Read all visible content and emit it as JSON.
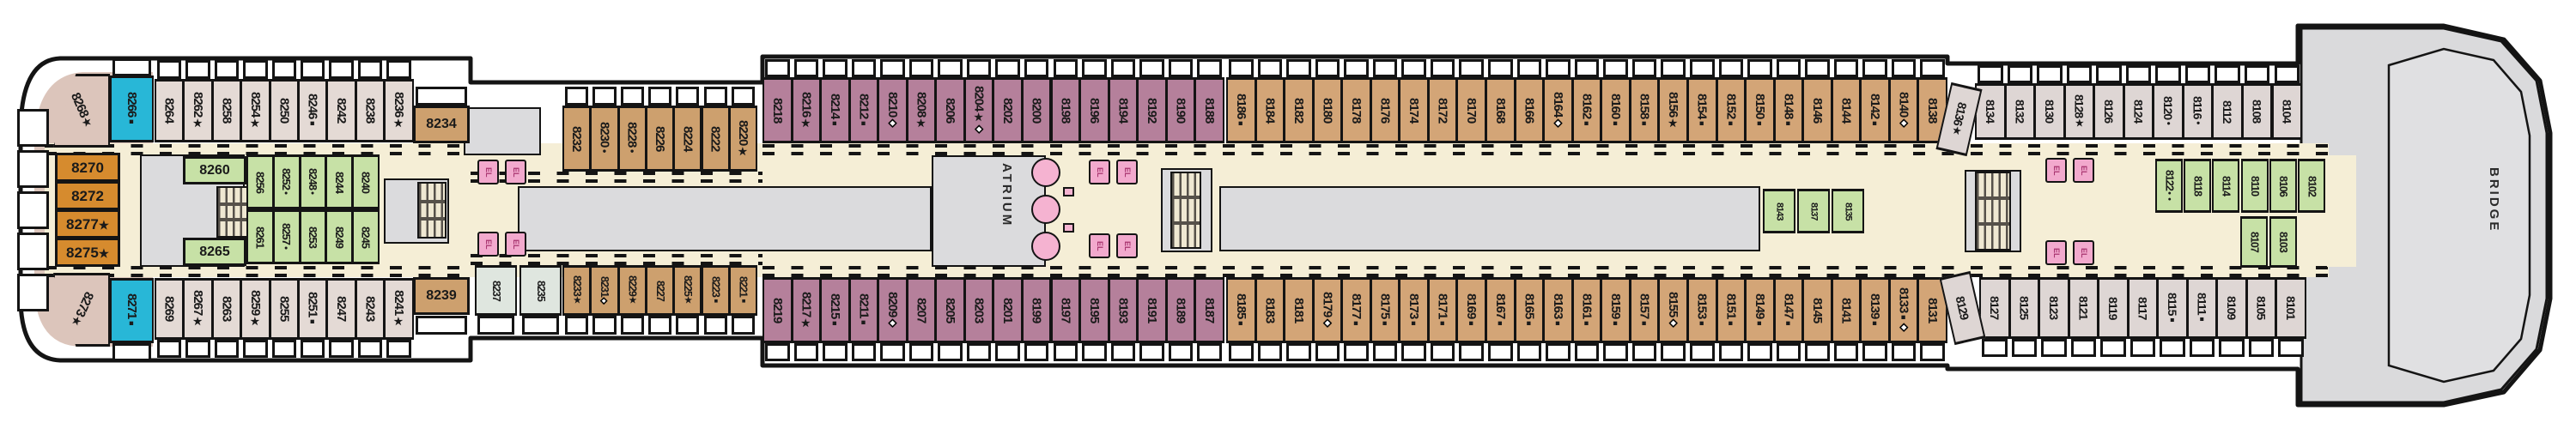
{
  "labels": {
    "atrium": "ATRIUM",
    "bridge": "BRIDGE",
    "elevator": "EL"
  },
  "symbols": {
    "star": "★",
    "square": "■",
    "dot": "●",
    "diamond": "◆"
  },
  "colors": {
    "mauve": "#b5809b",
    "tan": "#d3a577",
    "tanDark": "#cda06e",
    "green": "#c7e1a6",
    "orange": "#d68b2e",
    "cyan": "#28b7d7",
    "lightAft": "#e4dad5",
    "lightFwd": "#ded6d4",
    "pale": "#dfe6df",
    "sternPink": "#dcc5bb",
    "cream": "#f5eed6",
    "gray": "#dbdbdd",
    "elevatorPink": "#f2a9cd",
    "hullLine": "#141414"
  },
  "rows": {
    "stern_top_angled": [
      {
        "n": "8268",
        "s": [
          "star"
        ]
      }
    ],
    "stern_top_cyan": [
      {
        "n": "8266",
        "s": [
          "square"
        ]
      }
    ],
    "stern_bot_angled": [
      {
        "n": "8273",
        "s": [
          "star"
        ]
      }
    ],
    "stern_bot_cyan": [
      {
        "n": "8271",
        "s": [
          "square"
        ]
      }
    ],
    "suites": [
      {
        "n": "8270"
      },
      {
        "n": "8272"
      },
      {
        "n": "8277",
        "s": [
          "star"
        ]
      },
      {
        "n": "8275",
        "s": [
          "star"
        ]
      }
    ],
    "aft_top": [
      {
        "n": "8264"
      },
      {
        "n": "8262",
        "s": [
          "star"
        ]
      },
      {
        "n": "8258"
      },
      {
        "n": "8254",
        "s": [
          "star"
        ]
      },
      {
        "n": "8250"
      },
      {
        "n": "8246",
        "s": [
          "square"
        ]
      },
      {
        "n": "8242"
      },
      {
        "n": "8238"
      },
      {
        "n": "8236",
        "s": [
          "star"
        ]
      }
    ],
    "aft_bot": [
      {
        "n": "8269"
      },
      {
        "n": "8267",
        "s": [
          "star"
        ]
      },
      {
        "n": "8263"
      },
      {
        "n": "8259",
        "s": [
          "star"
        ]
      },
      {
        "n": "8255"
      },
      {
        "n": "8251",
        "s": [
          "square"
        ]
      },
      {
        "n": "8247"
      },
      {
        "n": "8243"
      },
      {
        "n": "8241",
        "s": [
          "star"
        ]
      }
    ],
    "green_aft_wide_top": [
      {
        "n": "8260"
      }
    ],
    "green_aft_wide_bot": [
      {
        "n": "8265"
      }
    ],
    "green_aft_top": [
      {
        "n": "8256"
      },
      {
        "n": "8252",
        "s": [
          "dot"
        ]
      },
      {
        "n": "8248",
        "s": [
          "dot"
        ]
      },
      {
        "n": "8244"
      },
      {
        "n": "8240"
      }
    ],
    "green_aft_bot": [
      {
        "n": "8261"
      },
      {
        "n": "8257",
        "s": [
          "dot"
        ]
      },
      {
        "n": "8253"
      },
      {
        "n": "8249"
      },
      {
        "n": "8245"
      }
    ],
    "cabin_8234": [
      {
        "n": "8234"
      }
    ],
    "cabin_8239": [
      {
        "n": "8239"
      }
    ],
    "pale": [
      {
        "n": "8237"
      },
      {
        "n": "8235"
      }
    ],
    "midtan_top": [
      {
        "n": "8232"
      },
      {
        "n": "8230",
        "s": [
          "dot"
        ]
      },
      {
        "n": "8228",
        "s": [
          "dot"
        ]
      },
      {
        "n": "8226"
      },
      {
        "n": "8224"
      },
      {
        "n": "8222"
      },
      {
        "n": "8220",
        "s": [
          "star"
        ]
      }
    ],
    "midtan_bot": [
      {
        "n": "8233",
        "s": [
          "star"
        ]
      },
      {
        "n": "8231",
        "s": [
          "diamond"
        ]
      },
      {
        "n": "8229",
        "s": [
          "star"
        ]
      },
      {
        "n": "8227"
      },
      {
        "n": "8225",
        "s": [
          "star"
        ]
      },
      {
        "n": "8223",
        "s": [
          "square"
        ]
      },
      {
        "n": "8221",
        "s": [
          "square"
        ]
      }
    ],
    "mauve_top": [
      {
        "n": "8218"
      },
      {
        "n": "8216",
        "s": [
          "star"
        ]
      },
      {
        "n": "8214",
        "s": [
          "square"
        ]
      },
      {
        "n": "8212",
        "s": [
          "square"
        ]
      },
      {
        "n": "8210",
        "s": [
          "diamond"
        ]
      },
      {
        "n": "8208",
        "s": [
          "star"
        ]
      },
      {
        "n": "8206"
      },
      {
        "n": "8204",
        "s": [
          "star",
          "diamond"
        ]
      },
      {
        "n": "8202"
      },
      {
        "n": "8200"
      },
      {
        "n": "8198"
      },
      {
        "n": "8196"
      },
      {
        "n": "8194"
      },
      {
        "n": "8192"
      },
      {
        "n": "8190"
      },
      {
        "n": "8188"
      }
    ],
    "mauve_bot": [
      {
        "n": "8219"
      },
      {
        "n": "8217",
        "s": [
          "star"
        ]
      },
      {
        "n": "8215",
        "s": [
          "square"
        ]
      },
      {
        "n": "8211",
        "s": [
          "square"
        ]
      },
      {
        "n": "8209",
        "s": [
          "diamond"
        ]
      },
      {
        "n": "8207"
      },
      {
        "n": "8205"
      },
      {
        "n": "8203"
      },
      {
        "n": "8201"
      },
      {
        "n": "8199"
      },
      {
        "n": "8197"
      },
      {
        "n": "8195"
      },
      {
        "n": "8193"
      },
      {
        "n": "8191"
      },
      {
        "n": "8189"
      },
      {
        "n": "8187"
      }
    ],
    "tan_top": [
      {
        "n": "8186",
        "s": [
          "square"
        ]
      },
      {
        "n": "8184"
      },
      {
        "n": "8182"
      },
      {
        "n": "8180"
      },
      {
        "n": "8178"
      },
      {
        "n": "8176"
      },
      {
        "n": "8174"
      },
      {
        "n": "8172"
      },
      {
        "n": "8170"
      },
      {
        "n": "8168"
      },
      {
        "n": "8166"
      },
      {
        "n": "8164",
        "s": [
          "diamond"
        ]
      },
      {
        "n": "8162",
        "s": [
          "square"
        ]
      },
      {
        "n": "8160",
        "s": [
          "square"
        ]
      },
      {
        "n": "8158",
        "s": [
          "square"
        ]
      },
      {
        "n": "8156",
        "s": [
          "star"
        ]
      },
      {
        "n": "8154",
        "s": [
          "square"
        ]
      },
      {
        "n": "8152",
        "s": [
          "square"
        ]
      },
      {
        "n": "8150",
        "s": [
          "square"
        ]
      },
      {
        "n": "8148",
        "s": [
          "square"
        ]
      },
      {
        "n": "8146"
      },
      {
        "n": "8144"
      },
      {
        "n": "8142",
        "s": [
          "square"
        ]
      },
      {
        "n": "8140",
        "s": [
          "diamond"
        ]
      },
      {
        "n": "8138"
      }
    ],
    "tan_bot": [
      {
        "n": "8185",
        "s": [
          "square"
        ]
      },
      {
        "n": "8183"
      },
      {
        "n": "8181"
      },
      {
        "n": "8179",
        "s": [
          "diamond"
        ]
      },
      {
        "n": "8177",
        "s": [
          "square"
        ]
      },
      {
        "n": "8175",
        "s": [
          "square"
        ]
      },
      {
        "n": "8173",
        "s": [
          "square"
        ]
      },
      {
        "n": "8171",
        "s": [
          "square"
        ]
      },
      {
        "n": "8169",
        "s": [
          "square"
        ]
      },
      {
        "n": "8167",
        "s": [
          "square"
        ]
      },
      {
        "n": "8165",
        "s": [
          "square"
        ]
      },
      {
        "n": "8163",
        "s": [
          "square"
        ]
      },
      {
        "n": "8161",
        "s": [
          "square"
        ]
      },
      {
        "n": "8159",
        "s": [
          "square"
        ]
      },
      {
        "n": "8157",
        "s": [
          "square"
        ]
      },
      {
        "n": "8155",
        "s": [
          "diamond"
        ]
      },
      {
        "n": "8153",
        "s": [
          "square"
        ]
      },
      {
        "n": "8151",
        "s": [
          "square"
        ]
      },
      {
        "n": "8149",
        "s": [
          "square"
        ]
      },
      {
        "n": "8147",
        "s": [
          "square"
        ]
      },
      {
        "n": "8145"
      },
      {
        "n": "8141"
      },
      {
        "n": "8139",
        "s": [
          "square"
        ]
      },
      {
        "n": "8133",
        "s": [
          "square",
          "diamond"
        ]
      },
      {
        "n": "8131"
      }
    ],
    "green_mid": [
      {
        "n": "8143"
      },
      {
        "n": "8137"
      },
      {
        "n": "8135"
      }
    ],
    "fwd_top_angled": [
      {
        "n": "8136",
        "s": [
          "star"
        ]
      }
    ],
    "fwd_bot_angled": [
      {
        "n": "8129"
      }
    ],
    "fwd_top": [
      {
        "n": "8134"
      },
      {
        "n": "8132"
      },
      {
        "n": "8130"
      },
      {
        "n": "8128",
        "s": [
          "star"
        ]
      },
      {
        "n": "8126"
      },
      {
        "n": "8124"
      },
      {
        "n": "8120",
        "s": [
          "dot"
        ]
      },
      {
        "n": "8116",
        "s": [
          "dot"
        ]
      },
      {
        "n": "8112"
      },
      {
        "n": "8108"
      },
      {
        "n": "8104"
      }
    ],
    "fwd_bot": [
      {
        "n": "8127"
      },
      {
        "n": "8125"
      },
      {
        "n": "8123"
      },
      {
        "n": "8121"
      },
      {
        "n": "8119"
      },
      {
        "n": "8117"
      },
      {
        "n": "8115",
        "s": [
          "square"
        ]
      },
      {
        "n": "8111",
        "s": [
          "square"
        ]
      },
      {
        "n": "8109"
      },
      {
        "n": "8105"
      },
      {
        "n": "8101"
      }
    ],
    "green_fwd_top": [
      {
        "n": "8122",
        "s": [
          "dot",
          "dot"
        ]
      },
      {
        "n": "8118"
      },
      {
        "n": "8114"
      },
      {
        "n": "8110"
      },
      {
        "n": "8106"
      },
      {
        "n": "8102"
      }
    ],
    "green_fwd_bot": [
      {
        "n": "8107"
      },
      {
        "n": "8103"
      }
    ]
  }
}
